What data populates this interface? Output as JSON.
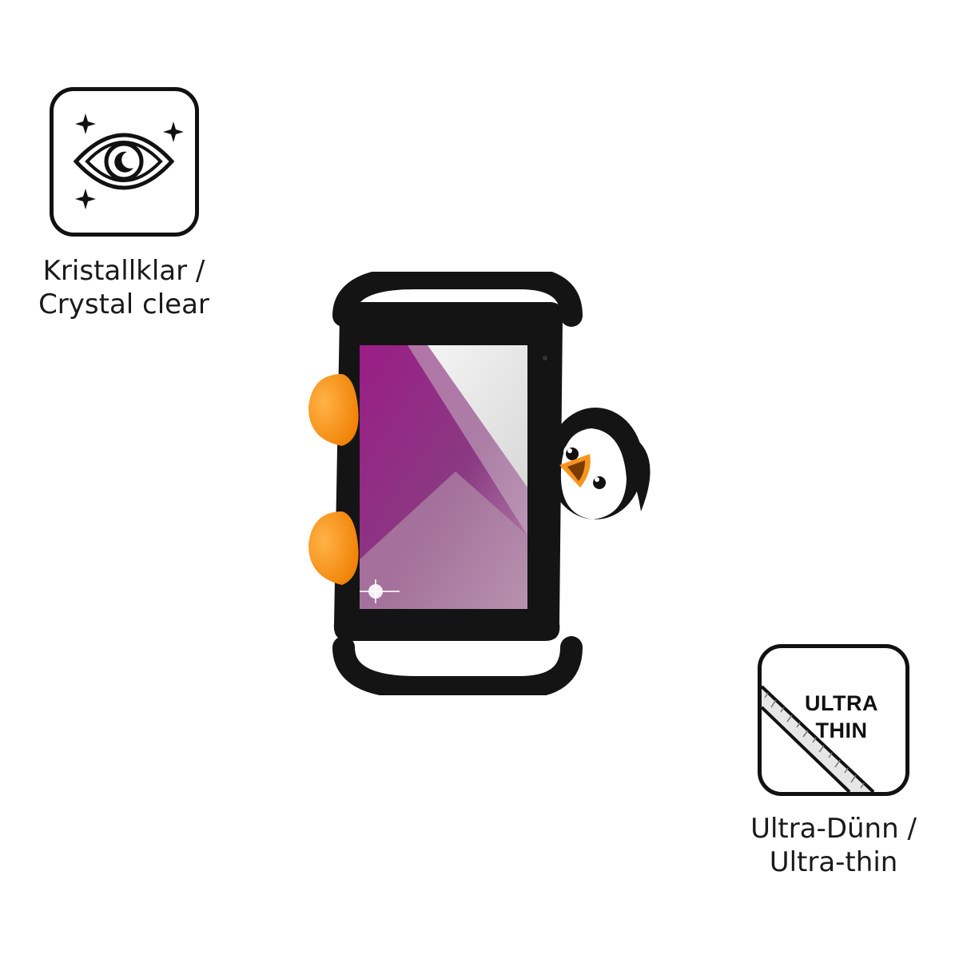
{
  "features": [
    {
      "icon": "eye-sparkle-icon",
      "caption_line1": "Kristallklar /",
      "caption_line2": "Crystal clear"
    },
    {
      "icon": "ultra-thin-ruler-icon",
      "badge_line1": "ULTRA",
      "badge_line2": "THIN",
      "caption_line1": "Ultra-Dünn /",
      "caption_line2": "Ultra-thin"
    }
  ],
  "product": {
    "illustration": "penguin-tablet-case",
    "colors": {
      "case": "#141414",
      "flippers": "#f7941d",
      "screen_purple": "#96207f",
      "beak": "#f7941d"
    }
  }
}
